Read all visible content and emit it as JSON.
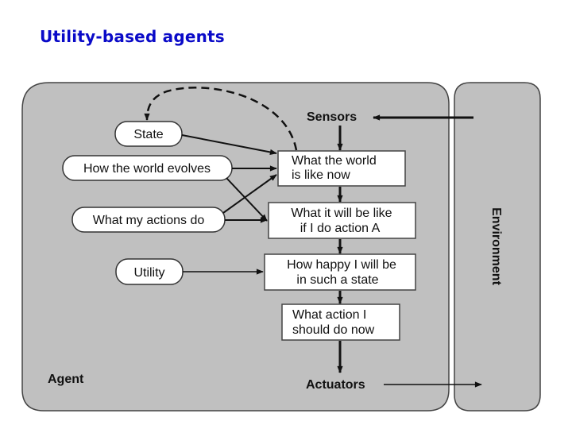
{
  "title": "Utility-based agents",
  "colors": {
    "title": "#0a0ac8",
    "panel": "#c0c0c0",
    "box": "#ffffff",
    "stroke": "#333333"
  },
  "agent": {
    "label": "Agent",
    "sensors": "Sensors",
    "actuators": "Actuators",
    "knowledge": [
      {
        "id": "state",
        "label": "State"
      },
      {
        "id": "world-evolves",
        "label": "How the world evolves"
      },
      {
        "id": "actions-do",
        "label": "What my actions do"
      },
      {
        "id": "utility",
        "label": "Utility"
      }
    ],
    "process": [
      {
        "id": "world-now",
        "lines": [
          "What the world",
          "is like now"
        ]
      },
      {
        "id": "will-be-like",
        "lines": [
          "What it will be like",
          "if I do action A"
        ]
      },
      {
        "id": "how-happy",
        "lines": [
          "How happy I will be",
          "in such a state"
        ]
      },
      {
        "id": "action-now",
        "lines": [
          "What action I",
          "should do now"
        ]
      }
    ]
  },
  "environment": {
    "label": "Environment"
  }
}
